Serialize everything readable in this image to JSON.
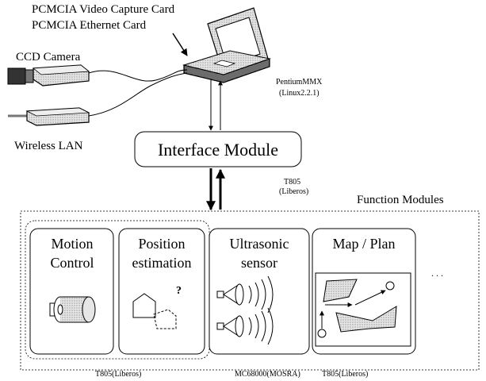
{
  "labels": {
    "pcmcia_video": "PCMCIA Video Capture Card",
    "pcmcia_ethernet": "PCMCIA Ethernet Card",
    "ccd_camera": "CCD Camera",
    "wireless_lan": "Wireless LAN",
    "pc_cpu": "PentiumMMX",
    "pc_os": "(Linux2.2.1)",
    "interface_module": "Interface Module",
    "interface_cpu": "T805",
    "interface_os": "(Liberos)",
    "function_modules": "Function Modules"
  },
  "modules": {
    "motion": {
      "line1": "Motion",
      "line2": "Control"
    },
    "position": {
      "line1": "Position",
      "line2": "estimation",
      "mark": "?"
    },
    "ultrasonic": {
      "line1": "Ultrasonic",
      "line2": "sensor"
    },
    "map": {
      "title": "Map / Plan"
    },
    "ellipsis": ". . ."
  },
  "footers": {
    "left": "T805(Liberos)",
    "middle": "MC68000(MOSRA)",
    "right": "T805(Liberos)"
  },
  "colors": {
    "device_fill": "#d8d8d8",
    "device_dark": "#555555",
    "shape_fill": "#cfcfcf"
  }
}
